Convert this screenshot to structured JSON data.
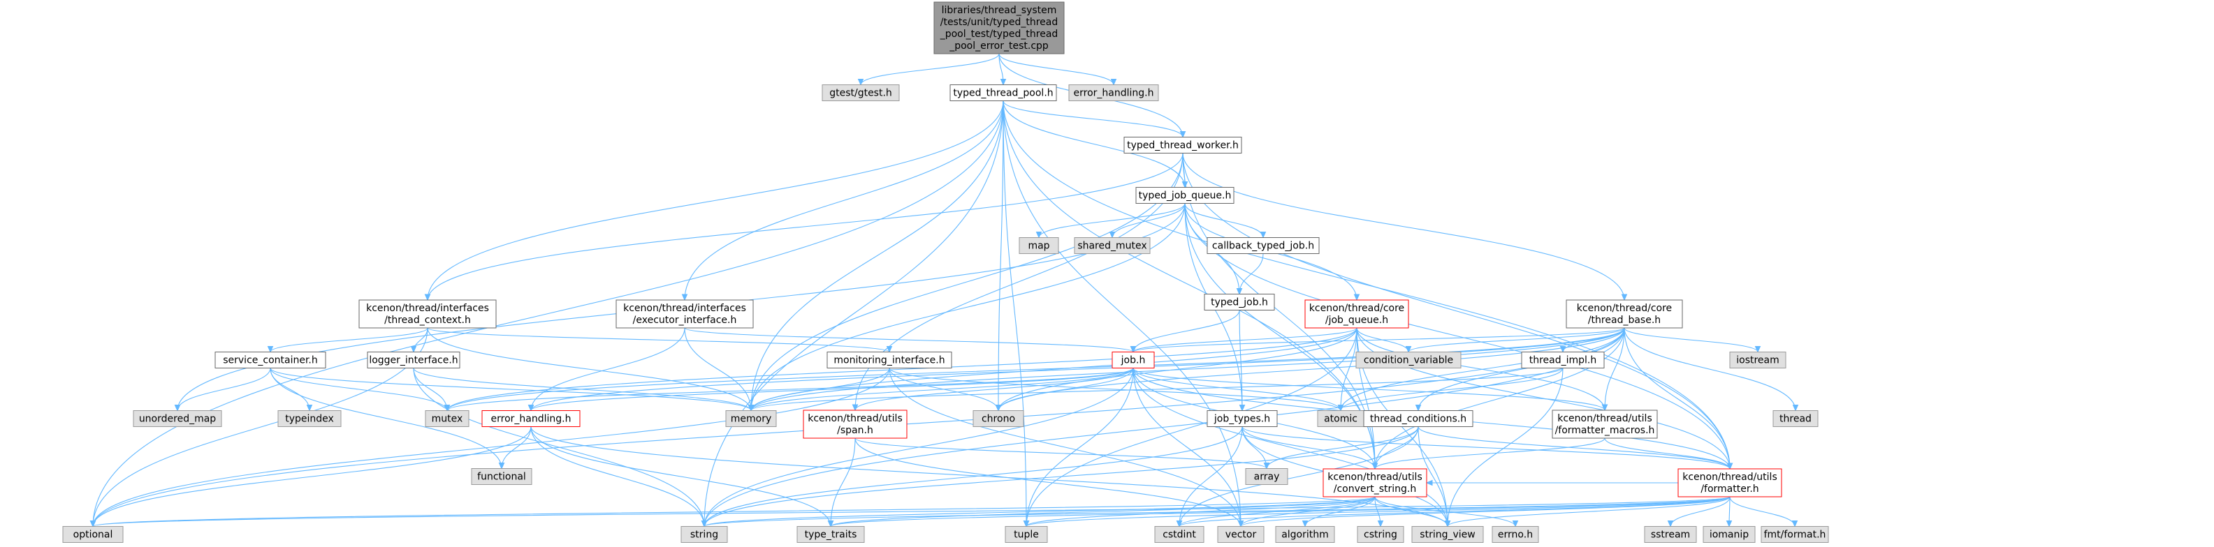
{
  "colors": {
    "edge": "#63b8ff",
    "root_fill": "#999999",
    "root_border": "#666666",
    "local_fill": "#ffffff",
    "local_border": "#666666",
    "system_fill": "#e0e0e0",
    "system_border": "#999999",
    "truncated_fill": "#ffffff",
    "truncated_border": "#ff0000",
    "text": "#000000"
  },
  "nodes": [
    {
      "id": "root",
      "kind": "root",
      "lines": [
        "libraries/thread_system",
        "/tests/unit/typed_thread",
        "_pool_test/typed_thread",
        "_pool_error_test.cpp"
      ]
    },
    {
      "id": "gtest",
      "kind": "system",
      "lines": [
        "gtest/gtest.h"
      ]
    },
    {
      "id": "ttp",
      "kind": "local",
      "lines": [
        "typed_thread_pool.h"
      ]
    },
    {
      "id": "errh_sys",
      "kind": "system",
      "lines": [
        "error_handling.h"
      ]
    },
    {
      "id": "ttw",
      "kind": "local",
      "lines": [
        "typed_thread_worker.h"
      ]
    },
    {
      "id": "tjq",
      "kind": "local",
      "lines": [
        "typed_job_queue.h"
      ]
    },
    {
      "id": "map",
      "kind": "system",
      "lines": [
        "map"
      ]
    },
    {
      "id": "shared_mutex",
      "kind": "system",
      "lines": [
        "shared_mutex"
      ]
    },
    {
      "id": "ctj",
      "kind": "local",
      "lines": [
        "callback_typed_job.h"
      ]
    },
    {
      "id": "tj",
      "kind": "local",
      "lines": [
        "typed_job.h"
      ]
    },
    {
      "id": "cjq",
      "kind": "truncated",
      "lines": [
        "kcenon/thread/core",
        "/job_queue.h"
      ]
    },
    {
      "id": "tctx",
      "kind": "local",
      "lines": [
        "kcenon/thread/interfaces",
        "/thread_context.h"
      ]
    },
    {
      "id": "exi",
      "kind": "local",
      "lines": [
        "kcenon/thread/interfaces",
        "/executor_interface.h"
      ]
    },
    {
      "id": "tbase",
      "kind": "local",
      "lines": [
        "kcenon/thread/core",
        "/thread_base.h"
      ]
    },
    {
      "id": "iostream",
      "kind": "system",
      "lines": [
        "iostream"
      ]
    },
    {
      "id": "cv",
      "kind": "system",
      "lines": [
        "condition_variable"
      ]
    },
    {
      "id": "timpl",
      "kind": "local",
      "lines": [
        "thread_impl.h"
      ]
    },
    {
      "id": "thread",
      "kind": "system",
      "lines": [
        "thread"
      ]
    },
    {
      "id": "svc",
      "kind": "local",
      "lines": [
        "service_container.h"
      ]
    },
    {
      "id": "logi",
      "kind": "local",
      "lines": [
        "logger_interface.h"
      ]
    },
    {
      "id": "moni",
      "kind": "local",
      "lines": [
        "monitoring_interface.h"
      ]
    },
    {
      "id": "job",
      "kind": "truncated",
      "lines": [
        "job.h"
      ]
    },
    {
      "id": "umap",
      "kind": "system",
      "lines": [
        "unordered_map"
      ]
    },
    {
      "id": "typeindex",
      "kind": "system",
      "lines": [
        "typeindex"
      ]
    },
    {
      "id": "mutex",
      "kind": "system",
      "lines": [
        "mutex"
      ]
    },
    {
      "id": "errh",
      "kind": "truncated",
      "lines": [
        "error_handling.h"
      ]
    },
    {
      "id": "memory",
      "kind": "system",
      "lines": [
        "memory"
      ]
    },
    {
      "id": "span",
      "kind": "truncated",
      "lines": [
        "kcenon/thread/utils",
        "/span.h"
      ]
    },
    {
      "id": "chrono",
      "kind": "system",
      "lines": [
        "chrono"
      ]
    },
    {
      "id": "jtypes",
      "kind": "local",
      "lines": [
        "job_types.h"
      ]
    },
    {
      "id": "atomic",
      "kind": "system",
      "lines": [
        "atomic"
      ]
    },
    {
      "id": "tcond",
      "kind": "local",
      "lines": [
        "thread_conditions.h"
      ]
    },
    {
      "id": "fmac",
      "kind": "local",
      "lines": [
        "kcenon/thread/utils",
        "/formatter_macros.h"
      ]
    },
    {
      "id": "functional",
      "kind": "system",
      "lines": [
        "functional"
      ]
    },
    {
      "id": "array",
      "kind": "system",
      "lines": [
        "array"
      ]
    },
    {
      "id": "conv",
      "kind": "truncated",
      "lines": [
        "kcenon/thread/utils",
        "/convert_string.h"
      ]
    },
    {
      "id": "fmt",
      "kind": "truncated",
      "lines": [
        "kcenon/thread/utils",
        "/formatter.h"
      ]
    },
    {
      "id": "optional",
      "kind": "system",
      "lines": [
        "optional"
      ]
    },
    {
      "id": "string",
      "kind": "system",
      "lines": [
        "string"
      ]
    },
    {
      "id": "type_traits",
      "kind": "system",
      "lines": [
        "type_traits"
      ]
    },
    {
      "id": "tuple",
      "kind": "system",
      "lines": [
        "tuple"
      ]
    },
    {
      "id": "cstdint",
      "kind": "system",
      "lines": [
        "cstdint"
      ]
    },
    {
      "id": "vector",
      "kind": "system",
      "lines": [
        "vector"
      ]
    },
    {
      "id": "algorithm",
      "kind": "system",
      "lines": [
        "algorithm"
      ]
    },
    {
      "id": "string_view",
      "kind": "system",
      "lines": [
        "string_view"
      ]
    },
    {
      "id": "cstring",
      "kind": "system",
      "lines": [
        "cstring"
      ]
    },
    {
      "id": "errno",
      "kind": "system",
      "lines": [
        "errno.h"
      ]
    },
    {
      "id": "sstream",
      "kind": "system",
      "lines": [
        "sstream"
      ]
    },
    {
      "id": "iomanip",
      "kind": "system",
      "lines": [
        "iomanip"
      ]
    },
    {
      "id": "fmtformat",
      "kind": "system",
      "lines": [
        "fmt/format.h"
      ]
    }
  ],
  "edges": [
    [
      "root",
      "gtest"
    ],
    [
      "root",
      "ttp"
    ],
    [
      "root",
      "errh_sys"
    ],
    [
      "root",
      "ttw"
    ],
    [
      "ttp",
      "ttw"
    ],
    [
      "ttp",
      "tjq"
    ],
    [
      "ttp",
      "tctx"
    ],
    [
      "ttp",
      "exi"
    ],
    [
      "ttp",
      "optional"
    ],
    [
      "ttp",
      "string"
    ],
    [
      "ttp",
      "memory"
    ],
    [
      "ttp",
      "chrono"
    ],
    [
      "ttp",
      "conv"
    ],
    [
      "ttp",
      "fmt"
    ],
    [
      "ttp",
      "vector"
    ],
    [
      "ttp",
      "tuple"
    ],
    [
      "ttw",
      "tjq"
    ],
    [
      "ttw",
      "tbase"
    ],
    [
      "ttw",
      "tctx"
    ],
    [
      "ttw",
      "memory"
    ],
    [
      "ttw",
      "conv"
    ],
    [
      "ttw",
      "fmt"
    ],
    [
      "ttw",
      "span"
    ],
    [
      "tjq",
      "map"
    ],
    [
      "tjq",
      "shared_mutex"
    ],
    [
      "tjq",
      "ctj"
    ],
    [
      "tjq",
      "tj"
    ],
    [
      "tjq",
      "cjq"
    ],
    [
      "tjq",
      "jtypes"
    ],
    [
      "tjq",
      "umap"
    ],
    [
      "tjq",
      "memory"
    ],
    [
      "tjq",
      "fmt"
    ],
    [
      "tjq",
      "conv"
    ],
    [
      "ctj",
      "tj"
    ],
    [
      "tj",
      "job"
    ],
    [
      "tj",
      "jtypes"
    ],
    [
      "cjq",
      "job"
    ],
    [
      "cjq",
      "cv"
    ],
    [
      "cjq",
      "atomic"
    ],
    [
      "cjq",
      "mutex"
    ],
    [
      "cjq",
      "memory"
    ],
    [
      "cjq",
      "fmac"
    ],
    [
      "cjq",
      "string_view"
    ],
    [
      "cjq",
      "tuple"
    ],
    [
      "cjq",
      "chrono"
    ],
    [
      "cjq",
      "conv"
    ],
    [
      "cjq",
      "fmt"
    ],
    [
      "tctx",
      "svc"
    ],
    [
      "tctx",
      "logi"
    ],
    [
      "tctx",
      "moni"
    ],
    [
      "tctx",
      "memory"
    ],
    [
      "tctx",
      "optional"
    ],
    [
      "exi",
      "job"
    ],
    [
      "exi",
      "errh"
    ],
    [
      "exi",
      "memory"
    ],
    [
      "tbase",
      "job"
    ],
    [
      "tbase",
      "iostream"
    ],
    [
      "tbase",
      "cv"
    ],
    [
      "tbase",
      "timpl"
    ],
    [
      "tbase",
      "thread"
    ],
    [
      "tbase",
      "tcond"
    ],
    [
      "tbase",
      "fmac"
    ],
    [
      "tbase",
      "fmt"
    ],
    [
      "tbase",
      "conv"
    ],
    [
      "tbase",
      "atomic"
    ],
    [
      "tbase",
      "mutex"
    ],
    [
      "tbase",
      "memory"
    ],
    [
      "tbase",
      "optional"
    ],
    [
      "tbase",
      "chrono"
    ],
    [
      "tbase",
      "errh"
    ],
    [
      "tbase",
      "string"
    ],
    [
      "timpl",
      "atomic"
    ],
    [
      "timpl",
      "memory"
    ],
    [
      "timpl",
      "string_view"
    ],
    [
      "svc",
      "umap"
    ],
    [
      "svc",
      "typeindex"
    ],
    [
      "svc",
      "mutex"
    ],
    [
      "svc",
      "functional"
    ],
    [
      "svc",
      "memory"
    ],
    [
      "logi",
      "mutex"
    ],
    [
      "logi",
      "memory"
    ],
    [
      "logi",
      "string"
    ],
    [
      "moni",
      "memory"
    ],
    [
      "moni",
      "chrono"
    ],
    [
      "moni",
      "vector"
    ],
    [
      "moni",
      "optional"
    ],
    [
      "moni",
      "atomic"
    ],
    [
      "job",
      "errh"
    ],
    [
      "job",
      "span"
    ],
    [
      "job",
      "memory"
    ],
    [
      "job",
      "chrono"
    ],
    [
      "job",
      "atomic"
    ],
    [
      "job",
      "fmac"
    ],
    [
      "job",
      "conv"
    ],
    [
      "job",
      "fmt"
    ],
    [
      "job",
      "string"
    ],
    [
      "job",
      "tuple"
    ],
    [
      "job",
      "vector"
    ],
    [
      "job",
      "string_view"
    ],
    [
      "job",
      "mutex"
    ],
    [
      "errh",
      "functional"
    ],
    [
      "errh",
      "optional"
    ],
    [
      "errh",
      "string"
    ],
    [
      "errh",
      "type_traits"
    ],
    [
      "errh",
      "string_view"
    ],
    [
      "span",
      "type_traits"
    ],
    [
      "span",
      "array"
    ],
    [
      "span",
      "vector"
    ],
    [
      "jtypes",
      "array"
    ],
    [
      "jtypes",
      "conv"
    ],
    [
      "jtypes",
      "fmt"
    ],
    [
      "jtypes",
      "cstdint"
    ],
    [
      "jtypes",
      "string"
    ],
    [
      "jtypes",
      "string_view"
    ],
    [
      "tcond",
      "conv"
    ],
    [
      "tcond",
      "fmt"
    ],
    [
      "tcond",
      "array"
    ],
    [
      "tcond",
      "cstdint"
    ],
    [
      "tcond",
      "string"
    ],
    [
      "tcond",
      "string_view"
    ],
    [
      "fmac",
      "fmt"
    ],
    [
      "fmac",
      "conv"
    ],
    [
      "conv",
      "optional"
    ],
    [
      "conv",
      "string"
    ],
    [
      "conv",
      "type_traits"
    ],
    [
      "conv",
      "tuple"
    ],
    [
      "conv",
      "cstdint"
    ],
    [
      "conv",
      "vector"
    ],
    [
      "conv",
      "algorithm"
    ],
    [
      "conv",
      "string_view"
    ],
    [
      "conv",
      "cstring"
    ],
    [
      "conv",
      "errno"
    ],
    [
      "fmt",
      "conv"
    ],
    [
      "fmt",
      "sstream"
    ],
    [
      "fmt",
      "iomanip"
    ],
    [
      "fmt",
      "fmtformat"
    ],
    [
      "fmt",
      "string_view"
    ],
    [
      "fmt",
      "string"
    ],
    [
      "fmt",
      "vector"
    ],
    [
      "fmt",
      "tuple"
    ],
    [
      "fmt",
      "optional"
    ],
    [
      "fmt",
      "type_traits"
    ],
    [
      "fmt",
      "cstdint"
    ]
  ]
}
